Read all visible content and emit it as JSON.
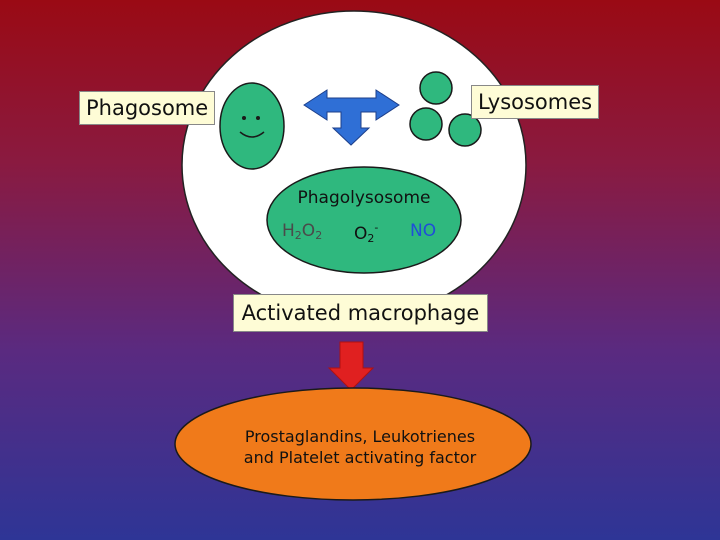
{
  "labels": {
    "phagosome": "Phagosome",
    "lysosomes": "Lysosomes",
    "phagolysosome": "Phagolysosome",
    "activated_macrophage": "Activated macrophage",
    "products_line1": "Prostaglandins, Leukotrienes",
    "products_line2": "and Platelet activating factor"
  },
  "chemicals": {
    "h2o2": {
      "base1": "H",
      "sub1": "2",
      "base2": "O",
      "sub2": "2"
    },
    "superoxide": {
      "base": "O",
      "sub": "2",
      "sup": "-"
    },
    "nitric_oxide": "NO"
  },
  "colors": {
    "cell_fill": "#ffffff",
    "vesicle_green": "#2fb87e",
    "arrow_blue": "#2f6fd6",
    "arrow_red": "#e02020",
    "products_orange": "#f07a1a",
    "label_bg": "#fefcd6"
  }
}
